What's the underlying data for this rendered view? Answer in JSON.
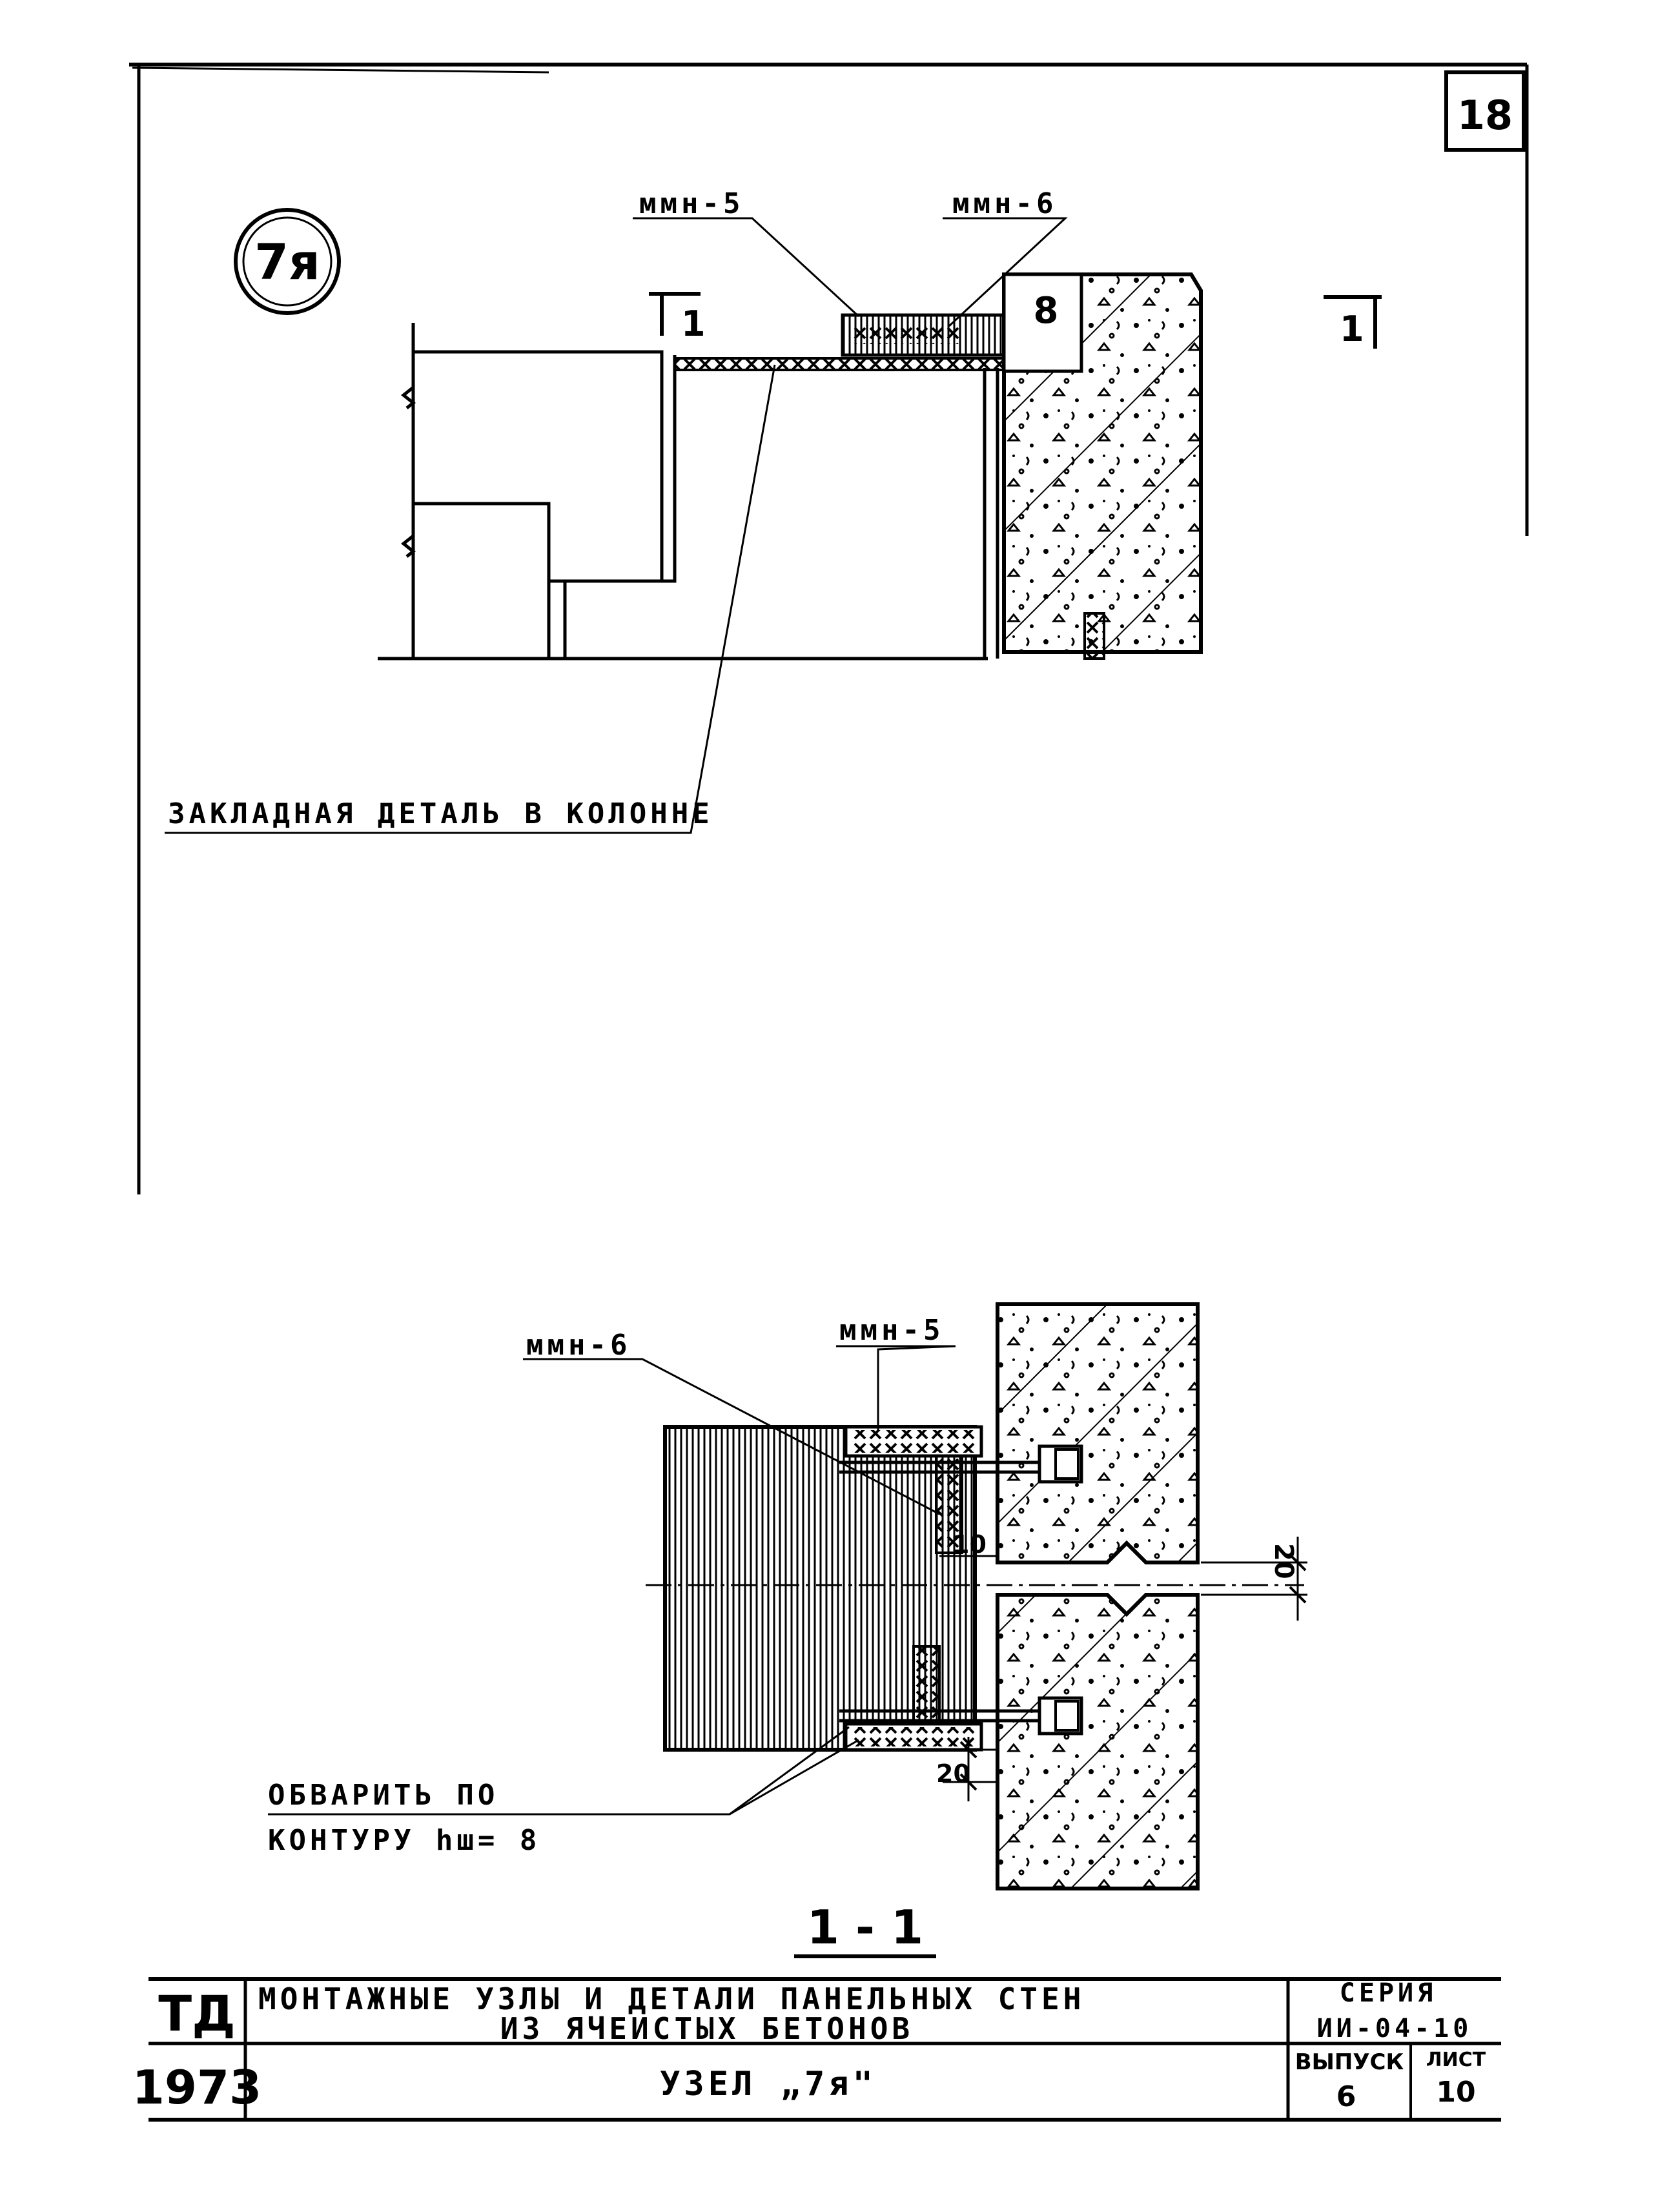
{
  "sheet": {
    "page_number": "18"
  },
  "top_view": {
    "node_mark": "7я",
    "section_mark_left": "1",
    "section_mark_right": "1",
    "label_mmn5": "ммн-5",
    "label_mmn6": "ммн-6",
    "weld_size": "8",
    "embedded_part_label": "ЗАКЛАДНАЯ ДЕТАЛЬ В КОЛОННЕ"
  },
  "section_view": {
    "label_mmn6": "ммн-6",
    "label_mmn5": "ммн-5",
    "dim_upper": "10",
    "dim_joint": "20",
    "dim_lower": "20",
    "weld_note_line1": "ОБВАРИТЬ   ПО",
    "weld_note_line2": "КОНТУРУ  hш= 8",
    "section_title": "1 - 1"
  },
  "title_block": {
    "org": "ТД",
    "year": "1973",
    "title_line1": "МОНТАЖНЫЕ  УЗЛЫ  И  ДЕТАЛИ  ПАНЕЛЬНЫХ  СТЕН",
    "title_line2": "ИЗ  ЯЧЕИСТЫХ  БЕТОНОВ",
    "subtitle": "УЗЕЛ  „7я\"",
    "series_label": "СЕРИЯ",
    "series_value": "ИИ-04-10",
    "issue_label": "ВЫПУСК",
    "issue_value": "6",
    "sheet_label": "ЛИСТ",
    "sheet_value": "10"
  }
}
